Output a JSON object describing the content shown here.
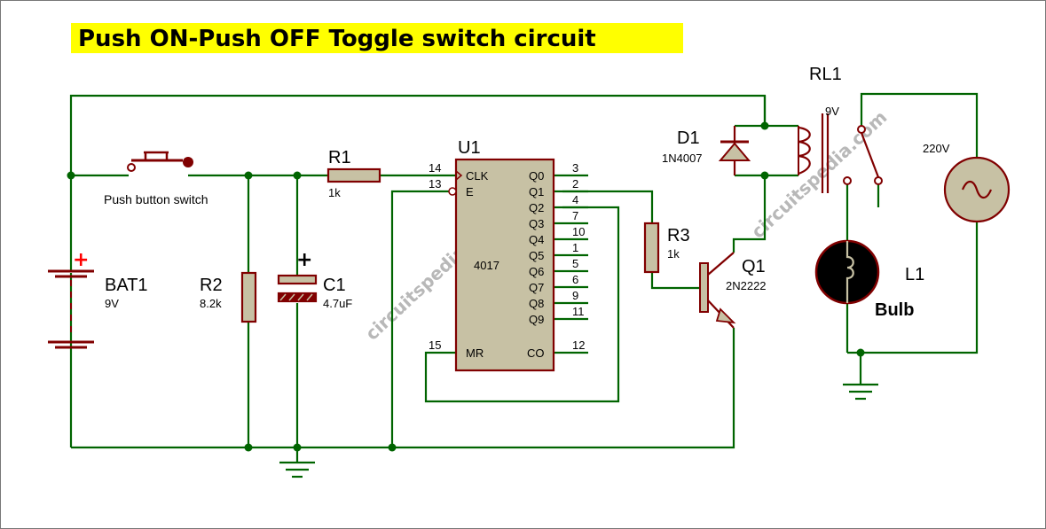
{
  "title": "Push ON-Push OFF Toggle switch circuit",
  "watermark": "circuitspedia.com",
  "colors": {
    "wire": "#006400",
    "component": "#800000",
    "body_fill": "#c7c1a4",
    "title_highlight": "#ffff00",
    "plus_sign": "#ff0000"
  },
  "components": {
    "bat1": {
      "ref": "BAT1",
      "value": "9V"
    },
    "push_button": {
      "label": "Push button switch"
    },
    "r1": {
      "ref": "R1",
      "value": "1k"
    },
    "r2": {
      "ref": "R2",
      "value": "8.2k"
    },
    "c1": {
      "ref": "C1",
      "value": "4.7uF"
    },
    "u1": {
      "ref": "U1",
      "part": "4017",
      "pins_left": [
        {
          "name": "CLK",
          "num": "14"
        },
        {
          "name": "E",
          "num": "13"
        },
        {
          "name": "MR",
          "num": "15"
        }
      ],
      "pins_right": [
        {
          "name": "Q0",
          "num": "3"
        },
        {
          "name": "Q1",
          "num": "2"
        },
        {
          "name": "Q2",
          "num": "4"
        },
        {
          "name": "Q3",
          "num": "7"
        },
        {
          "name": "Q4",
          "num": "10"
        },
        {
          "name": "Q5",
          "num": "1"
        },
        {
          "name": "Q6",
          "num": "5"
        },
        {
          "name": "Q7",
          "num": "6"
        },
        {
          "name": "Q8",
          "num": "9"
        },
        {
          "name": "Q9",
          "num": "11"
        },
        {
          "name": "CO",
          "num": "12"
        }
      ]
    },
    "r3": {
      "ref": "R3",
      "value": "1k"
    },
    "q1": {
      "ref": "Q1",
      "value": "2N2222"
    },
    "d1": {
      "ref": "D1",
      "value": "1N4007"
    },
    "rl1": {
      "ref": "RL1",
      "value": "9V"
    },
    "ac": {
      "value": "220V"
    },
    "l1": {
      "ref": "L1",
      "value": "Bulb"
    }
  }
}
